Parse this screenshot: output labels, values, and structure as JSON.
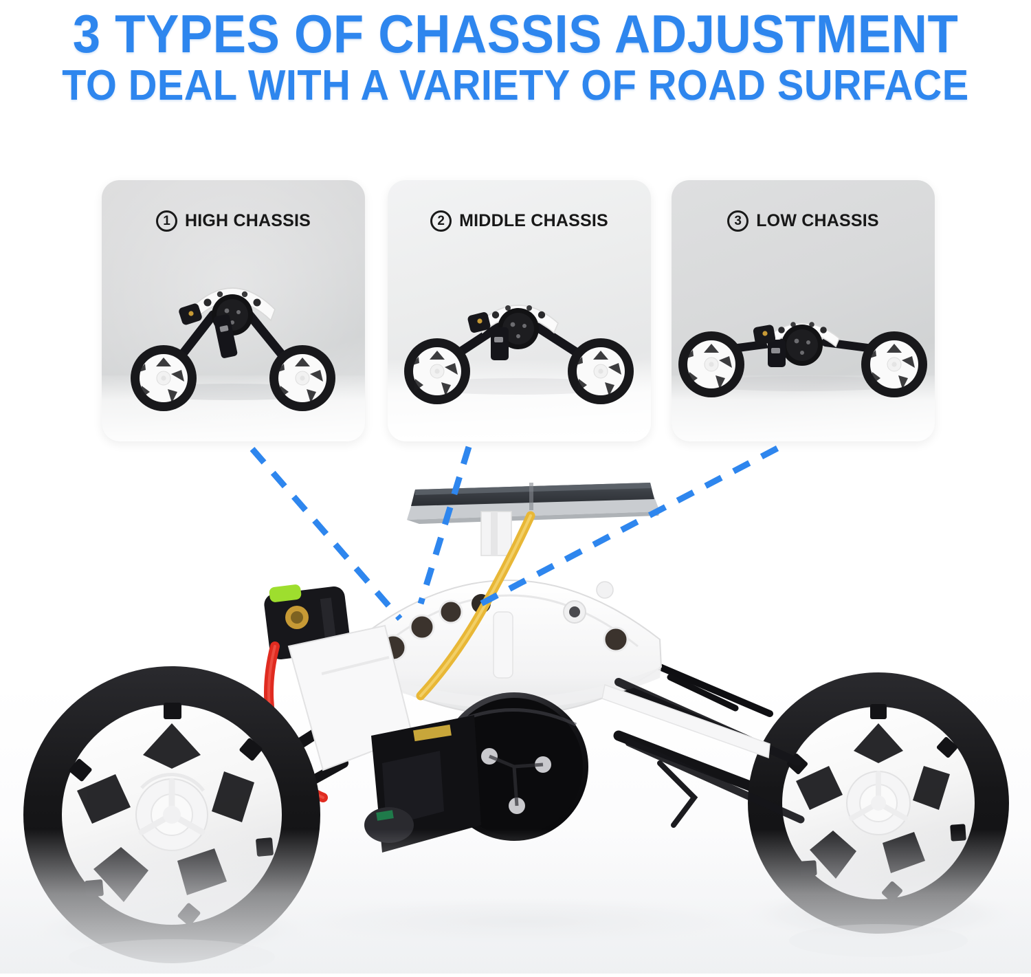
{
  "headline": {
    "line1": "3 TYPES OF CHASSIS ADJUSTMENT",
    "line2": "TO DEAL WITH A VARIETY OF ROAD SURFACE",
    "color": "#2E86EE"
  },
  "panels": [
    {
      "number": "1",
      "number_glyph": "①",
      "title": "HIGH CHASSIS",
      "background": "#d6d7d8",
      "description": "Chassis raised to its highest setting, suspension arms angled steeply downward"
    },
    {
      "number": "2",
      "number_glyph": "②",
      "title": "MIDDLE CHASSIS",
      "background": "#eceded",
      "description": "Chassis at middle setting, suspension arms at moderate angle"
    },
    {
      "number": "3",
      "number_glyph": "③",
      "title": "LOW CHASSIS",
      "background": "#d8d9da",
      "description": "Chassis lowered flat, suspension arms nearly horizontal, widest wheel stance"
    }
  ],
  "leader_lines": {
    "color": "#2E86EE",
    "style": "dashed",
    "count": 3,
    "description": "Three blue dashed lines run from the bottom of each chassis panel down to three different mounting holes on the white arc plate of the main car"
  },
  "main_photo": {
    "subject": "solar powered DIY toy car chassis",
    "parts": {
      "solar_panel": "dark grey solar panel with silver frame mounted on top",
      "arc_plate": "white arc-shaped chassis plate with row of dark mounting holes",
      "hub": "black central wheel hub with three white pegs",
      "motor": "black gear motor with brass bushing and green cap",
      "wire_red": "red power wire",
      "wire_yellow": "yellow solar panel wire",
      "wheels": "four black tires with white six-spoke rims",
      "arms": "black suspension arms"
    },
    "colors": {
      "tire": "#1d1d1f",
      "rim": "#fbfbfb",
      "solar_panel": "#3c4046",
      "motor": "#161618",
      "wire_red": "#e02b20",
      "wire_yellow": "#e8b736",
      "brass": "#c79a35",
      "green_cap": "#9ede2e"
    }
  }
}
